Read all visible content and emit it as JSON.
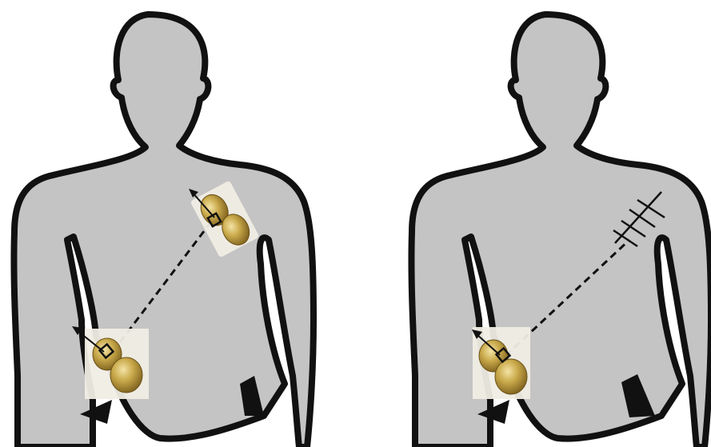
{
  "figure": {
    "panels": [
      {
        "id": "left",
        "antennas": [
          "upper-chest-antenna",
          "lower-torso-antenna"
        ],
        "link": "dashed-line",
        "end_marker": "none"
      },
      {
        "id": "right",
        "antennas": [
          "lower-torso-antenna"
        ],
        "link": "dashed-line",
        "end_marker": "hash-marks"
      }
    ],
    "colors": {
      "body_fill": "#c4c4c4",
      "outline": "#111111",
      "antenna_gold": "#c9a94a",
      "antenna_card": "#f0ede4"
    }
  }
}
